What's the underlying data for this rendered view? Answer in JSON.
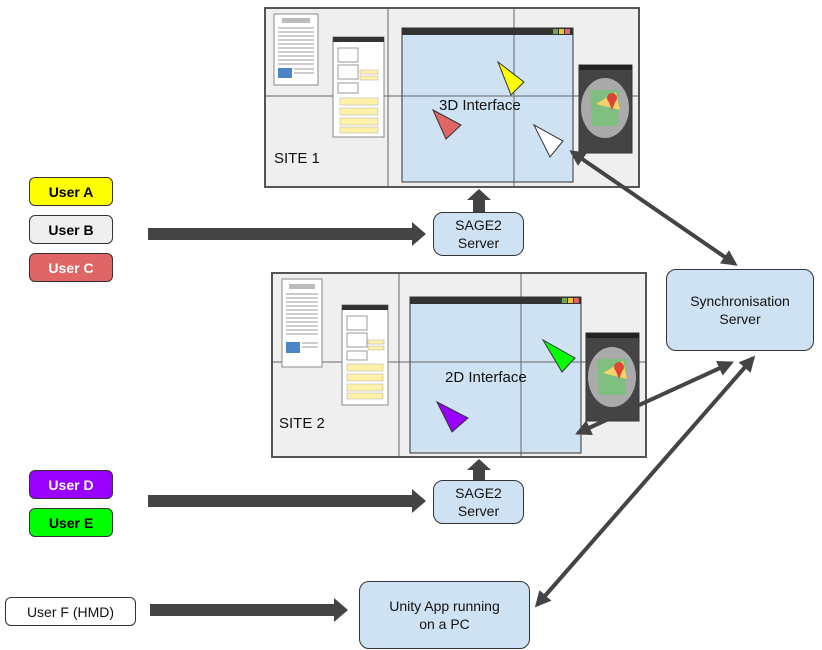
{
  "users": {
    "a": {
      "label": "User A",
      "color": "#ffff00"
    },
    "b": {
      "label": "User B",
      "color": "#efefef"
    },
    "c": {
      "label": "User C",
      "color": "#e06666"
    },
    "d": {
      "label": "User D",
      "color": "#9900ff"
    },
    "e": {
      "label": "User E",
      "color": "#00ff00"
    },
    "f": {
      "label": "User F (HMD)",
      "color": "#ffffff"
    }
  },
  "site1": {
    "label": "SITE 1",
    "interface_label": "3D Interface"
  },
  "site2": {
    "label": "SITE 2",
    "interface_label": "2D Interface"
  },
  "servers": {
    "sage2_site1": {
      "line1": "SAGE2",
      "line2": "Server"
    },
    "sage2_site2": {
      "line1": "SAGE2",
      "line2": "Server"
    },
    "sync": {
      "line1": "Synchronisation",
      "line2": "Server"
    },
    "unity": {
      "line1": "Unity App running",
      "line2": "on a PC"
    }
  },
  "colors": {
    "node_fill": "#cfe2f3",
    "site_fill": "#efefef",
    "arrow": "#444444",
    "pointer_a": "#ffff00",
    "pointer_b": "#ffffff",
    "pointer_c": "#e06666",
    "pointer_d": "#9900ff",
    "pointer_e": "#00ff00"
  }
}
